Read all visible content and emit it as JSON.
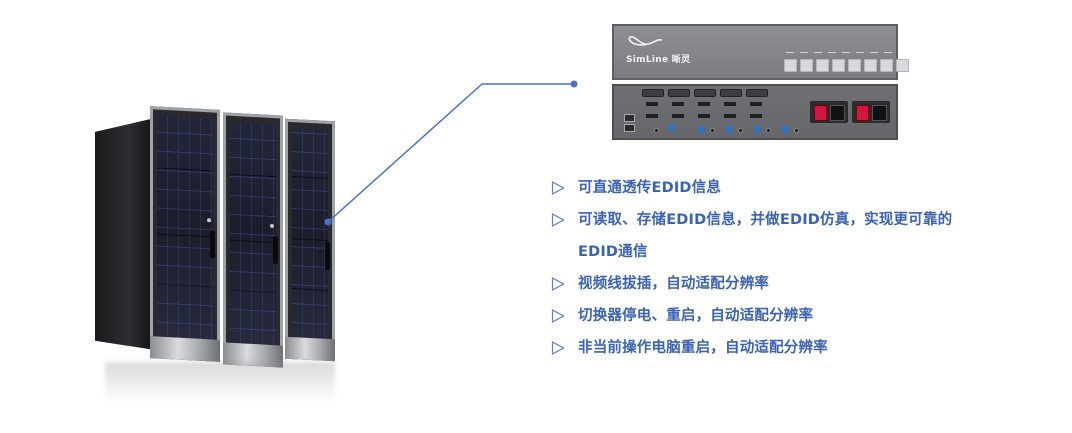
{
  "illustration": {
    "left_image": "server-racks",
    "right_image": "kvm-switch-device",
    "device_brand": "SimLine 晰灵",
    "accent_color": "#3b63b3",
    "line_color": "#4a72c4"
  },
  "features": {
    "items": [
      {
        "icon": "triangle-outline-right",
        "text": "可直通透传EDID信息"
      },
      {
        "icon": "triangle-outline-right",
        "text": "可读取、存储EDID信息，并做EDID仿真，实现更可靠的",
        "continuation": "EDID通信"
      },
      {
        "icon": "triangle-outline-right",
        "text": "视频线拔插，自动适配分辨率"
      },
      {
        "icon": "triangle-outline-right",
        "text": "切换器停电、重启，自动适配分辨率"
      },
      {
        "icon": "triangle-outline-right",
        "text": "非当前操作电脑重启，自动适配分辨率"
      }
    ]
  }
}
